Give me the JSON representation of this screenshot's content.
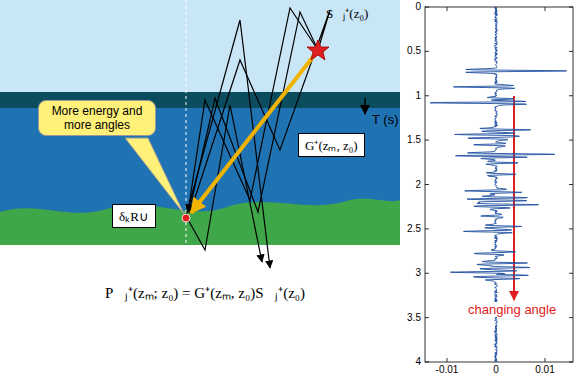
{
  "diagram": {
    "nodes": [
      {
        "text": [
          "More energy and more angles"
        ]
      },
      {
        "text": [
          "G⁺(zₘ, z₀)"
        ]
      },
      {
        "text": [
          "δₖR∪"
        ]
      }
    ],
    "labels": [
      "S⃗ⱼ⁺(z₀)",
      "P⃗ⱼ⁺(zₘ; z₀) = G⁺(zₘ, z₀)S⃗ⱼ⁺(z₀)",
      "T (s)",
      "changing angle",
      "0",
      "0.5",
      "1",
      "1.5",
      "2",
      "2.5",
      "3",
      "3.5",
      "4",
      "-0.01",
      "0",
      "0.01"
    ]
  }
}
